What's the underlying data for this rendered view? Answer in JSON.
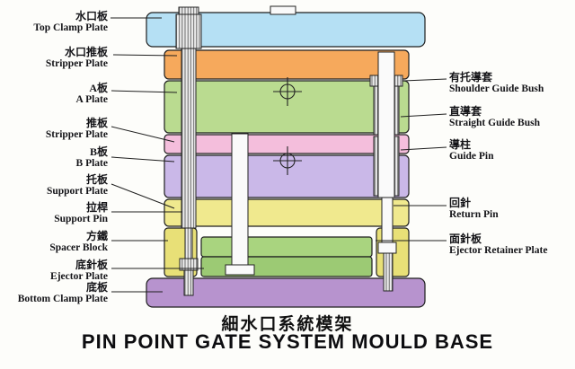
{
  "title": {
    "cn": "細水口系統模架",
    "en": "PIN POINT GATE SYSTEM MOULD BASE"
  },
  "left_labels": [
    {
      "cn": "水口板",
      "en": "Top Clamp Plate"
    },
    {
      "cn": "水口推板",
      "en": "Stripper Plate"
    },
    {
      "cn": "A板",
      "en": "A Plate"
    },
    {
      "cn": "推板",
      "en": "Stripper Plate"
    },
    {
      "cn": "B板",
      "en": "B Plate"
    },
    {
      "cn": "托板",
      "en": "Support Plate"
    },
    {
      "cn": "拉桿",
      "en": "Support Pin"
    },
    {
      "cn": "方鐵",
      "en": "Spacer Block"
    },
    {
      "cn": "底針板",
      "en": "Ejector Plate"
    },
    {
      "cn": "底板",
      "en": "Bottom Clamp Plate"
    }
  ],
  "right_labels": [
    {
      "cn": "有托導套",
      "en": "Shoulder Guide Bush"
    },
    {
      "cn": "直導套",
      "en": "Straight Guide Bush"
    },
    {
      "cn": "導柱",
      "en": "Guide Pin"
    },
    {
      "cn": "回針",
      "en": "Return Pin"
    },
    {
      "cn": "面針板",
      "en": "Ejector Retainer Plate"
    }
  ],
  "colors": {
    "top_clamp_plate": "#b5e0f4",
    "stripper_plate_upper": "#f6a95c",
    "a_plate": "#badb90",
    "stripper_plate_mid": "#f4bedc",
    "b_plate": "#cab8e8",
    "support_plate": "#f0e98e",
    "spacer_block": "#e8e077",
    "ejector_retainer_plate": "#a9d47f",
    "ejector_plate": "#9cca74",
    "bottom_clamp_plate": "#b793ce",
    "pin_white": "#fafafa",
    "outline": "#222222"
  }
}
